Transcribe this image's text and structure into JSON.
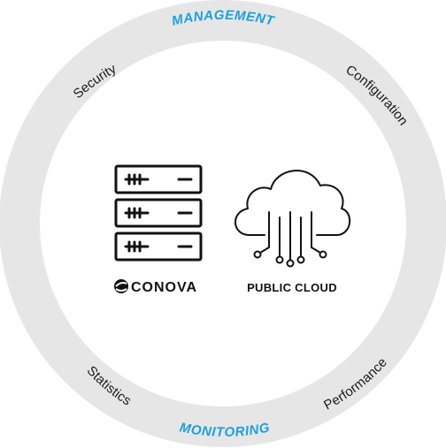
{
  "ring": {
    "top_label": "MANAGEMENT",
    "bottom_label": "MONITORING",
    "items": {
      "security": "Security",
      "configuration": "Configuration",
      "statistics": "Statistics",
      "performance": "Performance"
    }
  },
  "center": {
    "left_caption": "CONOVA",
    "right_caption": "PUBLIC CLOUD"
  },
  "colors": {
    "ring": "#e6e6e6",
    "accent": "#1aa0e0",
    "ink": "#111111"
  },
  "icons": {
    "left": "server-rack-icon",
    "right": "cloud-circuit-icon",
    "logo": "conova-logo-icon"
  }
}
